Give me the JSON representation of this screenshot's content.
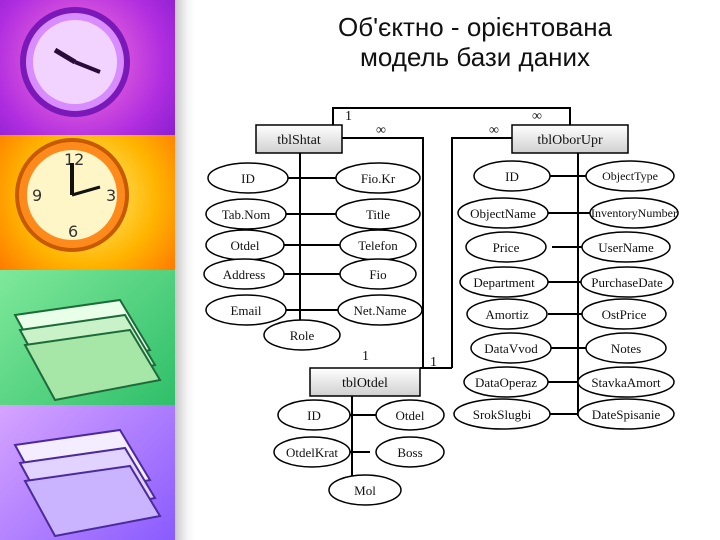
{
  "slide": {
    "title_line1": "Об'єктно - орієнтована",
    "title_line2": "модель бази даних"
  },
  "entities": {
    "shtat": {
      "name": "tblShtat",
      "fields": [
        "ID",
        "Fio.Kr",
        "Tab.Nom",
        "Title",
        "Otdel",
        "Telefon",
        "Address",
        "Fio",
        "Email",
        "Net.Name",
        "Role"
      ]
    },
    "obor": {
      "name": "tblOborUpr",
      "fields": [
        "ID",
        "ObjectType",
        "ObjectName",
        "InventoryNumber",
        "Price",
        "UserName",
        "Department",
        "PurchaseDate",
        "Amortiz",
        "OstPrice",
        "DataVvod",
        "Notes",
        "DataOperaz",
        "StavkaAmort",
        "SrokSlugbi",
        "DateSpisanie"
      ]
    },
    "otdel": {
      "name": "tblOtdel",
      "fields": [
        "ID",
        "Otdel",
        "OtdelKrat",
        "Boss",
        "Mol"
      ]
    }
  },
  "cardinalities": {
    "shtat_obor_one": "1",
    "shtat_obor_many_top": "∞",
    "shtat_many": "∞",
    "obor_many": "∞",
    "otdel_shtat_one": "1",
    "otdel_obor_one": "1"
  },
  "colors": {
    "panel_clock_purple": "#b02de0",
    "panel_clock_orange": "#ffb400",
    "panel_books_green": "#2fbf6a",
    "panel_books_violet": "#8a5bff"
  },
  "icons": [
    "clock-icon",
    "clock-icon",
    "books-icon",
    "books-icon"
  ]
}
